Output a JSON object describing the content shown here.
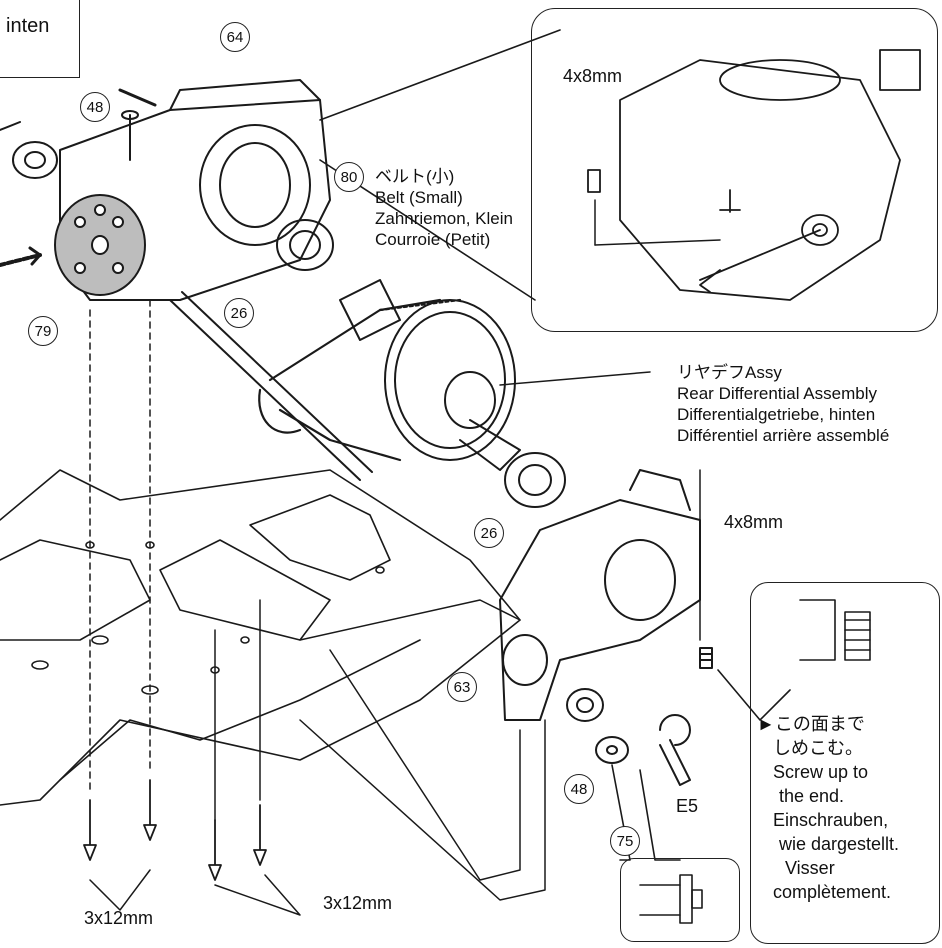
{
  "top_left_note": "inten",
  "callouts": {
    "p64": "64",
    "p48_top": "48",
    "p80": "80",
    "p26_top": "26",
    "p79": "79",
    "p26_mid": "26",
    "p63": "63",
    "p48_bottom": "48",
    "p75": "75"
  },
  "belt": {
    "jp": "ベルト(小)",
    "en": "Belt (Small)",
    "de": "Zahnriemon, Klein",
    "fr": "Courroie (Petit)"
  },
  "rear_diff": {
    "jp": "リヤデフAssy",
    "en": "Rear Differential Assembly",
    "de": "Differentialgetriebe, hinten",
    "fr": "Différentiel arrière assemblé"
  },
  "screws": {
    "set_top": "4x8mm",
    "set_mid": "4x8mm",
    "tap_left": "3x12mm",
    "tap_right": "3x12mm"
  },
  "e_ring": "E5",
  "instruction": {
    "jp1": "►この面まで",
    "jp2": "しめこむ。",
    "en1": "Screw up to",
    "en2": "the end.",
    "de1": "Einschrauben,",
    "de2": "wie dargestellt.",
    "fr1": "Visser",
    "fr2": "complètement."
  }
}
